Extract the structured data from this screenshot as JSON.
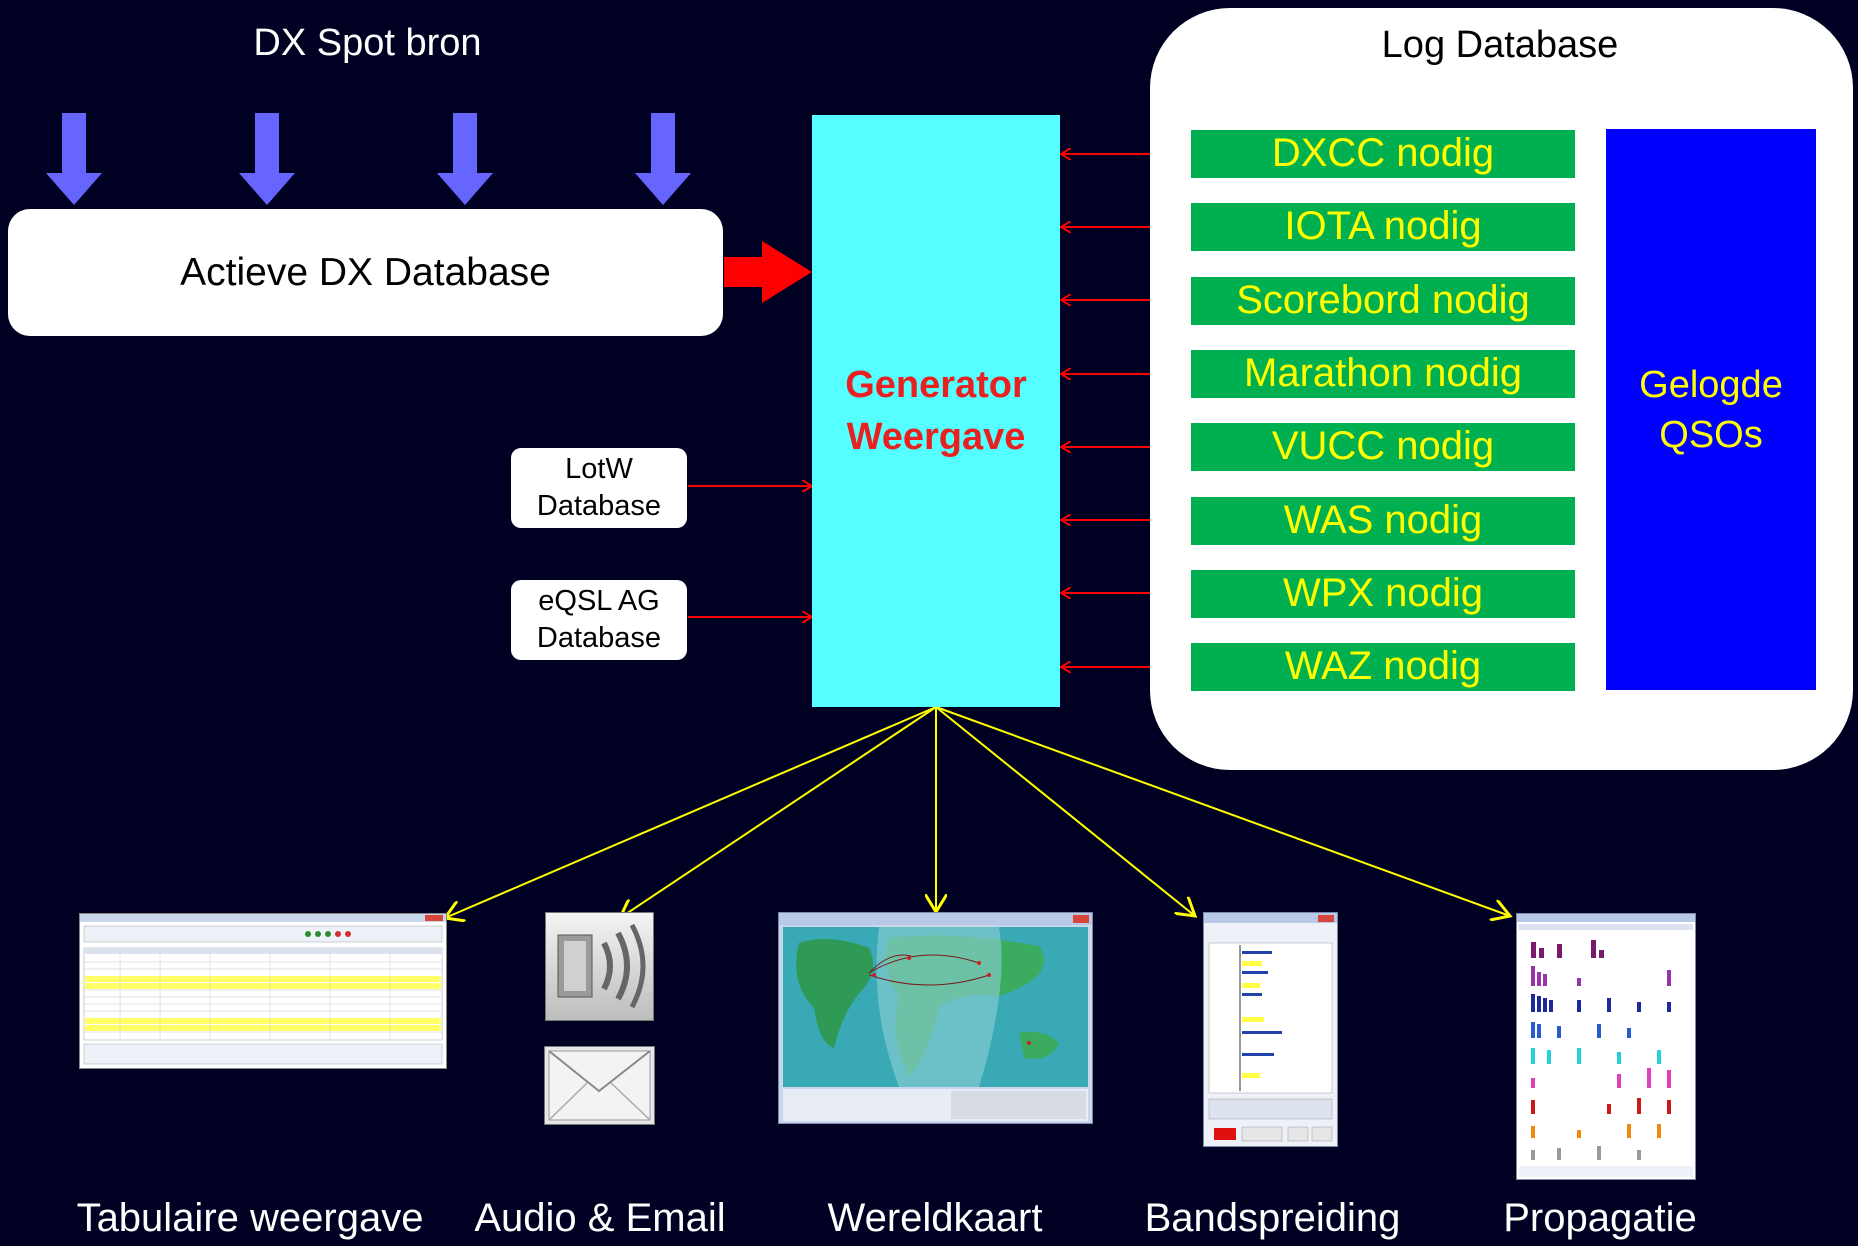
{
  "source_title": "DX Spot bron",
  "active_db": "Actieve DX Database",
  "generator": {
    "line1": "Generator",
    "line2": "Weergave"
  },
  "lotw": {
    "line1": "LotW",
    "line2": "Database"
  },
  "eqsl": {
    "line1": "eQSL AG",
    "line2": "Database"
  },
  "log_db": {
    "title": "Log Database",
    "items": [
      "DXCC nodig",
      "IOTA nodig",
      "Scorebord nodig",
      "Marathon nodig",
      "VUCC nodig",
      "WAS nodig",
      "WPX nodig",
      "WAZ nodig"
    ],
    "logged": {
      "line1": "Gelogde",
      "line2": "QSOs"
    }
  },
  "outputs": [
    "Tabulaire weergave",
    "Audio & Email",
    "Wereldkaart",
    "Bandspreiding",
    "Propagatie"
  ],
  "colors": {
    "background": "#000022",
    "generator": "#55ffff",
    "generator_text": "#e8201f",
    "green": "#00b050",
    "green_text": "#ffff00",
    "qso_box": "#0000ff",
    "arrow_blue": "#6666ff",
    "arrow_red": "#ff0000",
    "arrow_yellow": "#ffff00"
  }
}
